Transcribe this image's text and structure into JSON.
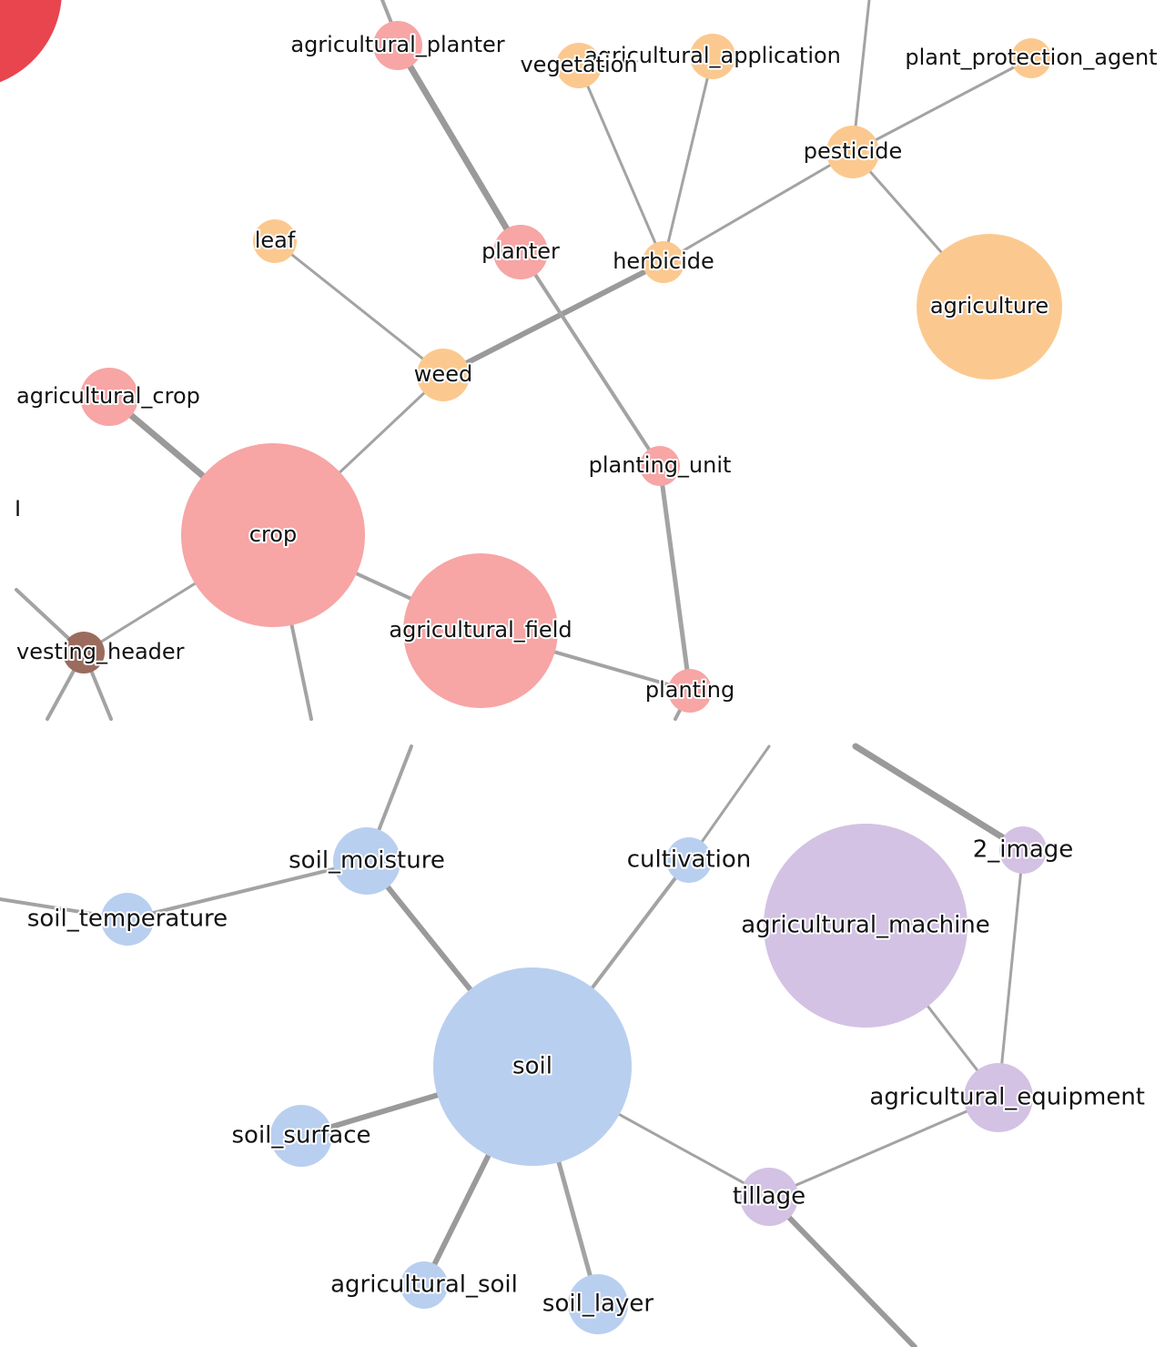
{
  "colors": {
    "crop_group": "#f7a5a5",
    "agriculture_group": "#fbc98f",
    "soil_group": "#b9cff0",
    "machine_group": "#d3c2e4",
    "brown_node": "#9b6b5e",
    "red_node": "#e8454f",
    "edge": "#a3a3a3"
  },
  "top_panel": {
    "nodes": {
      "agricultural_planter": "agricultural_planter",
      "vegetation": "vegetation",
      "agricultural_application": "agricultural_application",
      "plant_protection_agent": "plant_protection_agent",
      "pesticide": "pesticide",
      "leaf": "leaf",
      "planter": "planter",
      "herbicide": "herbicide",
      "agriculture": "agriculture",
      "weed": "weed",
      "agricultural_crop": "agricultural_crop",
      "planting_unit": "planting_unit",
      "crop": "crop",
      "agricultural_field": "agricultural_field",
      "harvesting_header": "vesting_header",
      "planting": "planting",
      "edge_fragment": "I"
    }
  },
  "bottom_panel": {
    "nodes": {
      "soil_moisture": "soil_moisture",
      "cultivation": "cultivation",
      "image_2": "2_image",
      "soil_temperature": "soil_temperature",
      "agricultural_machine": "agricultural_machine",
      "soil": "soil",
      "agricultural_equipment": "agricultural_equipment",
      "soil_surface": "soil_surface",
      "tillage": "tillage",
      "agricultural_soil": "agricultural_soil",
      "soil_layer": "soil_layer"
    }
  }
}
